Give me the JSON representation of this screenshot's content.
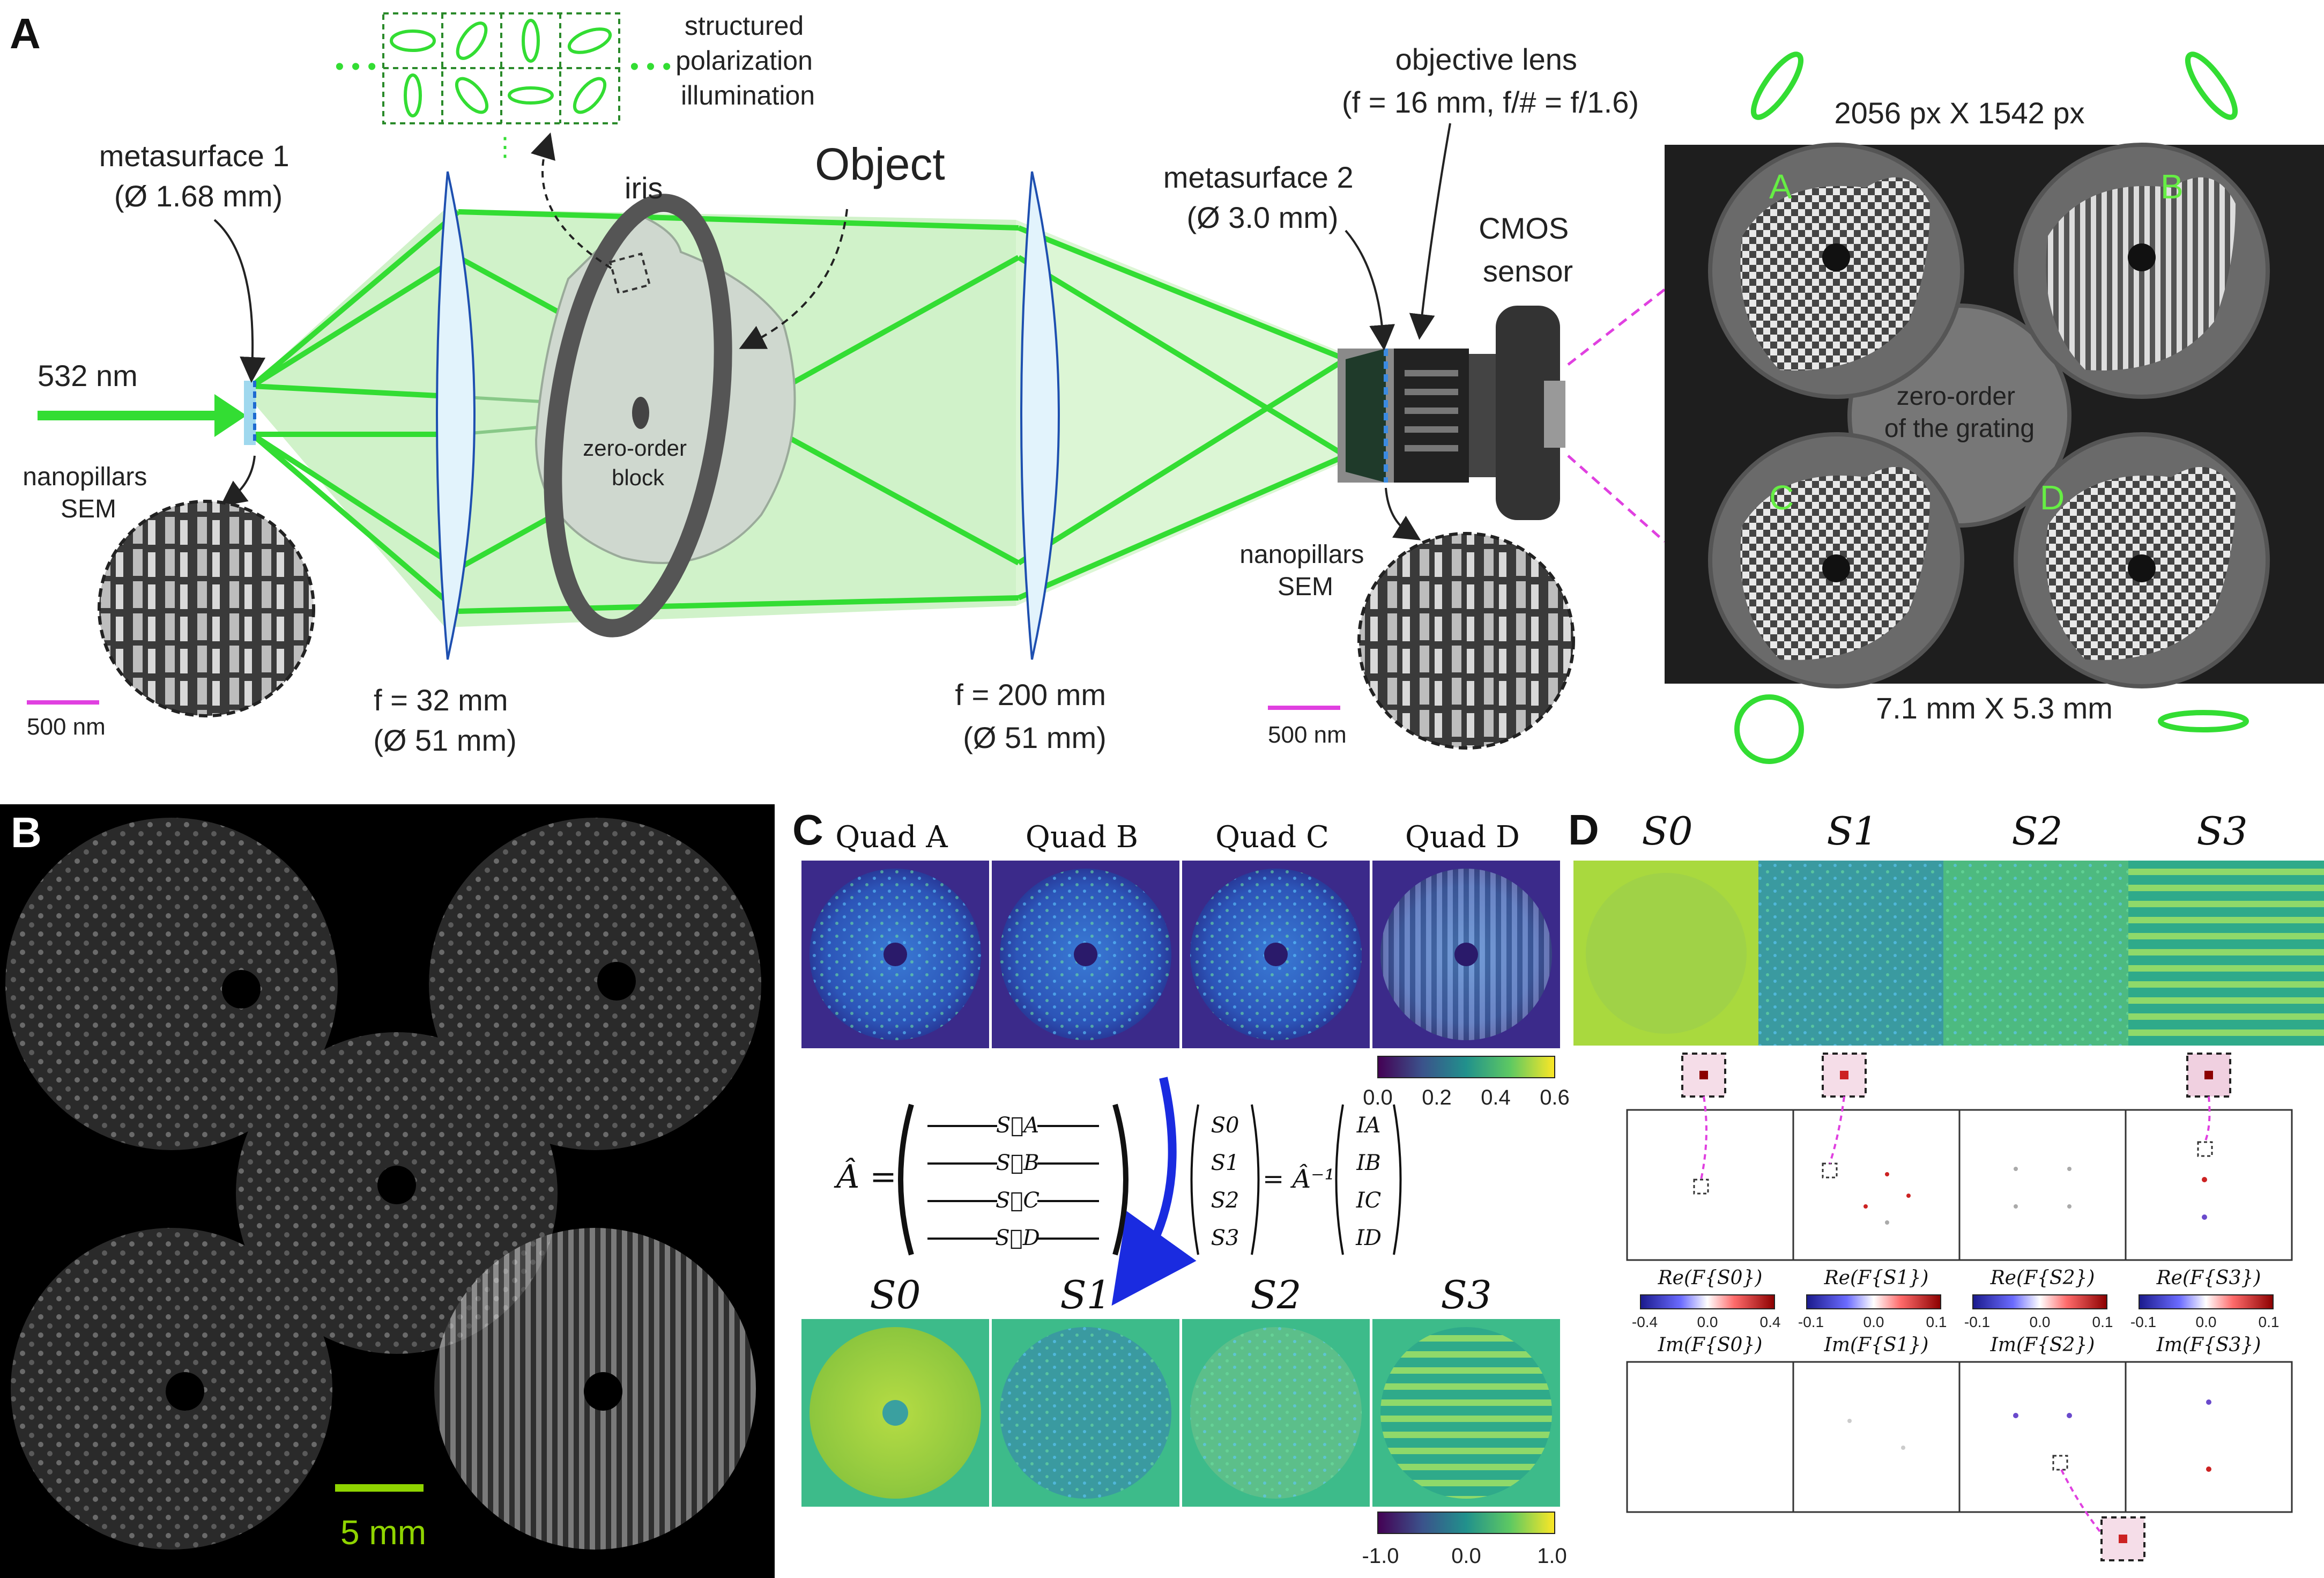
{
  "panels": {
    "a": "A",
    "b": "B",
    "c": "C",
    "d": "D"
  },
  "panel_a": {
    "structured_illum": [
      "structured",
      "polarization",
      "illumination"
    ],
    "metasurface1": [
      "metasurface 1",
      "(Ø 1.68 mm)"
    ],
    "wavelength": "532 nm",
    "nanopillars_sem": [
      "nanopillars",
      "SEM"
    ],
    "scale1": "500 nm",
    "iris": "iris",
    "object": "Object",
    "zero_order_block": [
      "zero-order",
      "block"
    ],
    "lens1": [
      "f = 32 mm",
      "(Ø 51 mm)"
    ],
    "lens2": [
      "f = 200 mm",
      "(Ø 51 mm)"
    ],
    "objective": [
      "objective lens",
      "(f = 16 mm, f/# = f/1.6)"
    ],
    "metasurface2": [
      "metasurface 2",
      "(Ø 3.0 mm)"
    ],
    "cmos": [
      "CMOS",
      "sensor"
    ],
    "nanopillars_sem2": [
      "nanopillars",
      "SEM"
    ],
    "scale2": "500 nm",
    "sensor_px": "2056 px X 1542 px",
    "sensor_mm": "7.1 mm X 5.3 mm",
    "quads": [
      "A",
      "B",
      "C",
      "D"
    ],
    "zero_order_grating": [
      "zero-order",
      "of the grating"
    ]
  },
  "panel_b": {
    "scale": "5 mm"
  },
  "panel_c": {
    "quad_labels": [
      "Quad A",
      "Quad B",
      "Quad C",
      "Quad D"
    ],
    "colorbar1_ticks": [
      "0.0",
      "0.2",
      "0.4",
      "0.6"
    ],
    "stokes_labels": [
      "S0",
      "S1",
      "S2",
      "S3"
    ],
    "colorbar2_ticks": [
      "-1.0",
      "0.0",
      "1.0"
    ],
    "eq_lhs": "Â =",
    "eq_rows": [
      "S⃗A",
      "S⃗B",
      "S⃗C",
      "S⃗D"
    ],
    "eq_mid": "= Â⁻¹",
    "eq_I": [
      "IA",
      "IB",
      "IC",
      "ID"
    ]
  },
  "panel_d": {
    "stokes_labels": [
      "S0",
      "S1",
      "S2",
      "S3"
    ],
    "re_labels": [
      "Re(F{S0})",
      "Re(F{S1})",
      "Re(F{S2})",
      "Re(F{S3})"
    ],
    "im_labels": [
      "Im(F{S0})",
      "Im(F{S1})",
      "Im(F{S2})",
      "Im(F{S3})"
    ],
    "re_ticks": [
      [
        "-0.4",
        "0.0",
        "0.4"
      ],
      [
        "-0.1",
        "0.0",
        "0.1"
      ],
      [
        "-0.1",
        "0.0",
        "0.1"
      ],
      [
        "-0.1",
        "0.0",
        "0.1"
      ]
    ]
  },
  "colors": {
    "beam": "#33dd33",
    "beam_fill": "#c8f0c0",
    "dash_pink": "#e040e0",
    "viridis_start": "#440154",
    "viridis_end": "#fde725"
  }
}
